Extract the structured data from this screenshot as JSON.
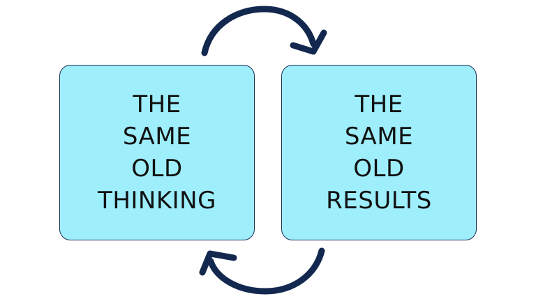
{
  "left_box": {
    "lines": [
      "THE",
      "SAME",
      "OLD",
      "THINKING"
    ]
  },
  "right_box": {
    "lines": [
      "THE",
      "SAME",
      "OLD",
      "RESULTS"
    ]
  },
  "colors": {
    "box_fill": "#9eeefc",
    "box_border": "#1b2f55",
    "arrow": "#13284f",
    "text": "#111111"
  },
  "icons": {
    "top_arrow": "curved-arrow-right-icon",
    "bottom_arrow": "curved-arrow-left-icon"
  }
}
